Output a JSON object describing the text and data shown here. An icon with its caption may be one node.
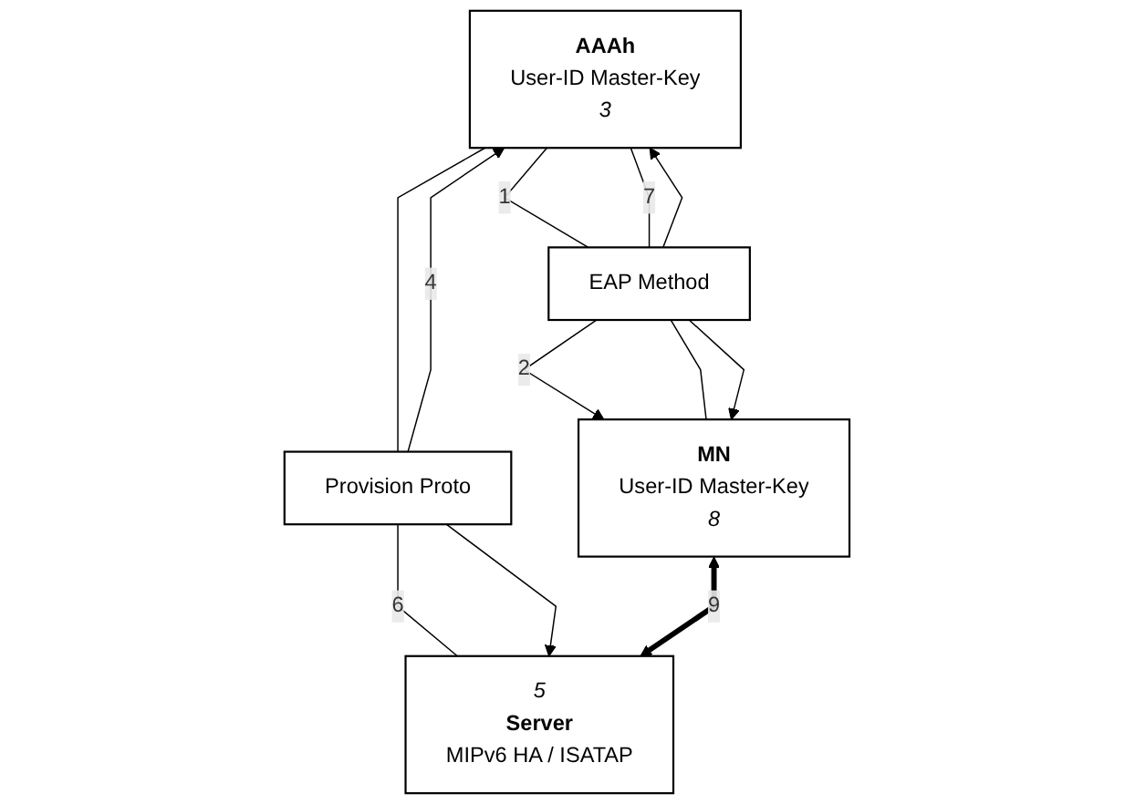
{
  "diagram": {
    "nodes": [
      {
        "text": [
          "AAAh",
          "User-ID Master-Key",
          "3"
        ]
      },
      {
        "text": [
          "EAP Method"
        ]
      },
      {
        "text": [
          "Provision Proto"
        ]
      },
      {
        "text": [
          "MN",
          "User-ID Master-Key",
          "8"
        ]
      },
      {
        "text": [
          "5",
          "Server",
          "MIPv6 HA / ISATAP"
        ]
      }
    ],
    "edges": [
      {
        "from": 0,
        "to": 1,
        "arrow": "none",
        "label": "1"
      },
      {
        "from": 1,
        "to": 0,
        "arrow": "to"
      },
      {
        "from": 0,
        "to": 1,
        "arrow": "none",
        "label": "7"
      },
      {
        "from": 1,
        "to": 3,
        "arrow": "to",
        "label": "2"
      },
      {
        "from": 1,
        "to": 3,
        "arrow": "none"
      },
      {
        "from": 1,
        "to": 3,
        "arrow": "to"
      },
      {
        "from": 2,
        "to": 0,
        "arrow": "to",
        "label": "4"
      },
      {
        "from": 0,
        "to": 2,
        "arrow": "none"
      },
      {
        "from": 2,
        "to": 4,
        "arrow": "none",
        "label": "6"
      },
      {
        "from": 2,
        "to": 4,
        "arrow": "to"
      },
      {
        "from": 3,
        "to": 4,
        "arrow": "both",
        "label": "9",
        "style": "thick"
      }
    ]
  }
}
